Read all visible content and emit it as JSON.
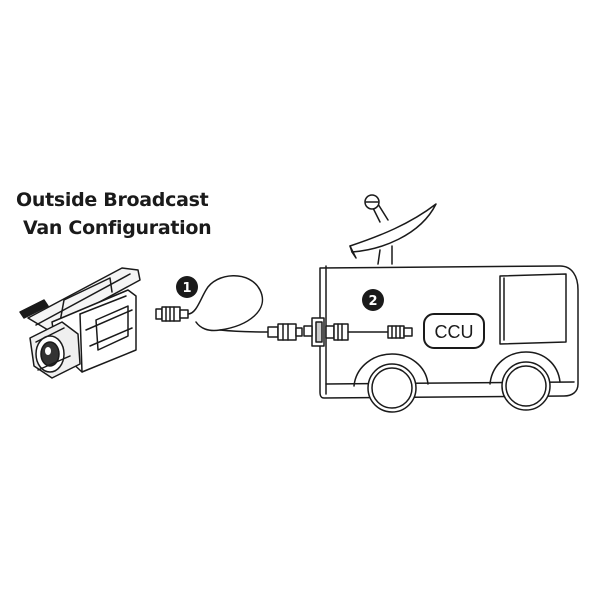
{
  "diagram": {
    "title_line_1": "Outside Broadcast",
    "title_line_2": "Van Configuration",
    "step_1": "1",
    "step_2": "2",
    "unit_label": "CCU"
  },
  "colors": {
    "ink": "#1a1a1a",
    "paper": "#ffffff"
  },
  "icons": [
    "video-camera-icon",
    "satellite-dish-icon",
    "broadcast-van-icon",
    "cable-icon"
  ]
}
